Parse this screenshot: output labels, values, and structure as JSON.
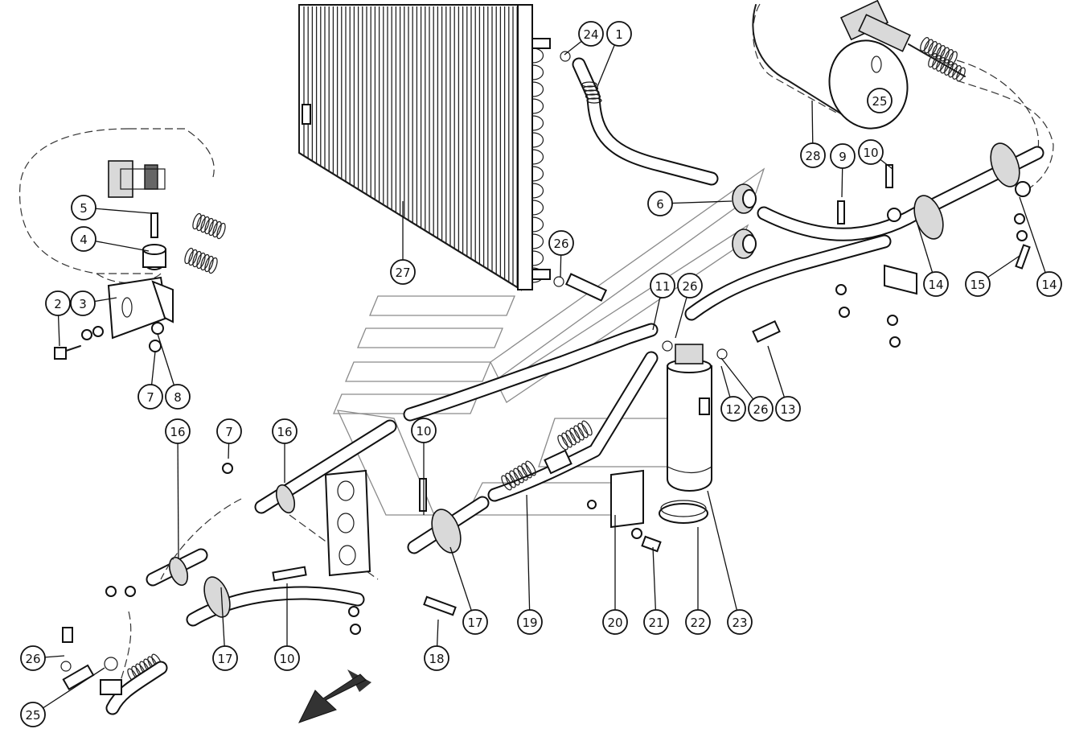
{
  "callouts": [
    {
      "label": "1"
    },
    {
      "label": "24"
    },
    {
      "label": "25"
    },
    {
      "label": "28"
    },
    {
      "label": "9"
    },
    {
      "label": "10"
    },
    {
      "label": "5"
    },
    {
      "label": "4"
    },
    {
      "label": "3"
    },
    {
      "label": "2"
    },
    {
      "label": "7"
    },
    {
      "label": "8"
    },
    {
      "label": "6"
    },
    {
      "label": "26"
    },
    {
      "label": "27"
    },
    {
      "label": "14"
    },
    {
      "label": "15"
    },
    {
      "label": "14"
    },
    {
      "label": "11"
    },
    {
      "label": "26"
    },
    {
      "label": "12"
    },
    {
      "label": "26"
    },
    {
      "label": "13"
    },
    {
      "label": "16"
    },
    {
      "label": "7"
    },
    {
      "label": "16"
    },
    {
      "label": "10"
    },
    {
      "label": "17"
    },
    {
      "label": "19"
    },
    {
      "label": "20"
    },
    {
      "label": "21"
    },
    {
      "label": "22"
    },
    {
      "label": "23"
    },
    {
      "label": "18"
    },
    {
      "label": "10"
    },
    {
      "label": "17"
    },
    {
      "label": "26"
    },
    {
      "label": "25"
    }
  ],
  "icons": {
    "direction_arrow": "arrow-down-left-icon"
  }
}
